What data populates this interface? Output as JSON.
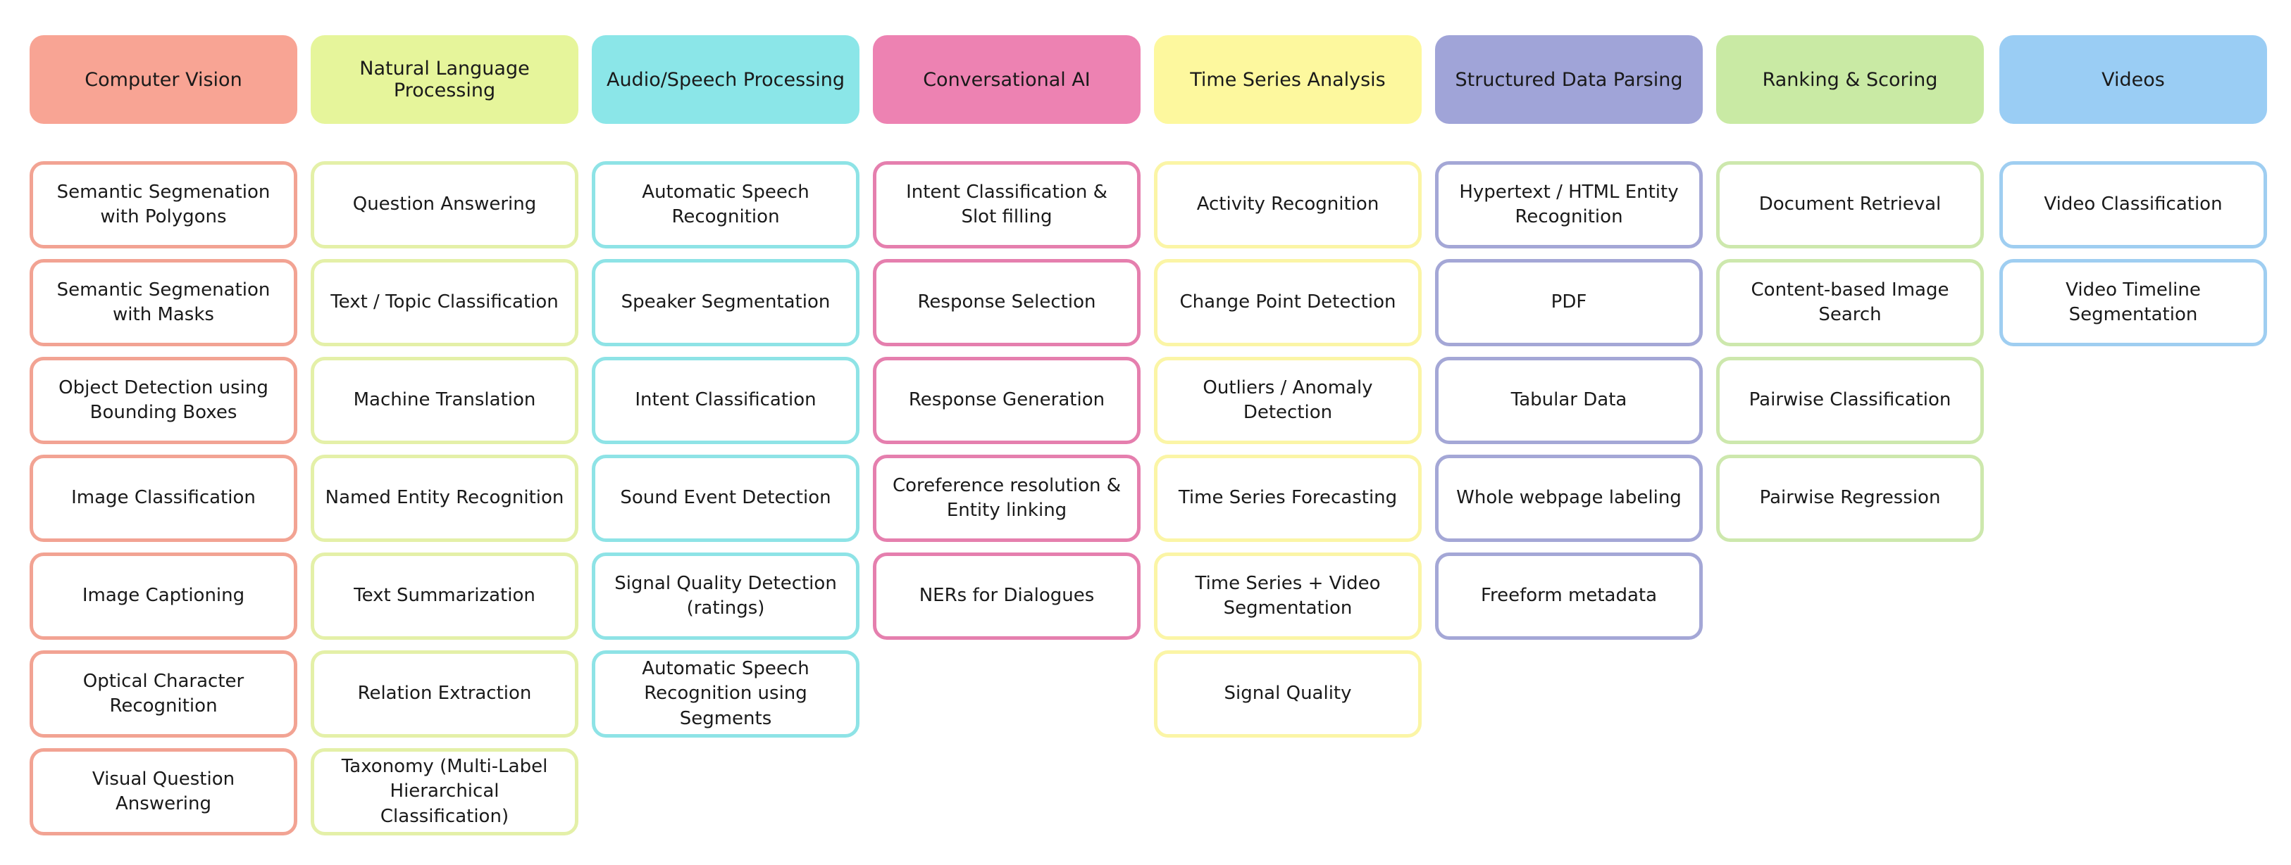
{
  "columns": [
    {
      "id": "cv",
      "title": "Computer Vision",
      "fill": "#f8a494",
      "border": "#f2a393",
      "items": [
        "Semantic Segmenation with Polygons",
        "Semantic Segmenation with Masks",
        "Object Detection using Bounding Boxes",
        "Image Classification",
        "Image Captioning",
        "Optical Character Recognition",
        "Visual Question Answering"
      ]
    },
    {
      "id": "nlp",
      "title": "Natural Language Processing",
      "fill": "#e6f59b",
      "border": "#e4f0a8",
      "items": [
        "Question Answering",
        "Text / Topic Classification",
        "Machine Translation",
        "Named Entity Recognition",
        "Text Summarization",
        "Relation Extraction",
        "Taxonomy (Multi-Label Hierarchical Classification)"
      ]
    },
    {
      "id": "audio",
      "title": "Audio/Speech Processing",
      "fill": "#8be6e8",
      "border": "#8ee3e6",
      "items": [
        "Automatic Speech Recognition",
        "Speaker Segmentation",
        "Intent Classification",
        "Sound Event Detection",
        "Signal Quality Detection (ratings)",
        "Automatic Speech Recognition using Segments"
      ]
    },
    {
      "id": "conv",
      "title": "Conversational AI",
      "fill": "#ed82b2",
      "border": "#e57fae",
      "items": [
        "Intent Classification & Slot filling",
        "Response Selection",
        "Response Generation",
        "Coreference resolution & Entity linking",
        "NERs for Dialogues"
      ]
    },
    {
      "id": "ts",
      "title": "Time Series Analysis",
      "fill": "#fdf89e",
      "border": "#fbf5a6",
      "items": [
        "Activity Recognition",
        "Change Point Detection",
        "Outliers / Anomaly Detection",
        "Time Series Forecasting",
        "Time Series + Video Segmentation",
        "Signal Quality"
      ]
    },
    {
      "id": "sdp",
      "title": "Structured Data Parsing",
      "fill": "#a0a4d8",
      "border": "#a4a7d6",
      "items": [
        "Hypertext / HTML Entity Recognition",
        "PDF",
        "Tabular Data",
        "Whole webpage labeling",
        "Freeform metadata"
      ]
    },
    {
      "id": "rank",
      "title": "Ranking & Scoring",
      "fill": "#c9eaa4",
      "border": "#cde8ad",
      "items": [
        "Document Retrieval",
        "Content-based Image Search",
        "Pairwise Classification",
        "Pairwise Regression"
      ]
    },
    {
      "id": "video",
      "title": "Videos",
      "fill": "#9acdf4",
      "border": "#9fcef1",
      "items": [
        "Video Classification",
        "Video Timeline Segmentation"
      ]
    }
  ]
}
